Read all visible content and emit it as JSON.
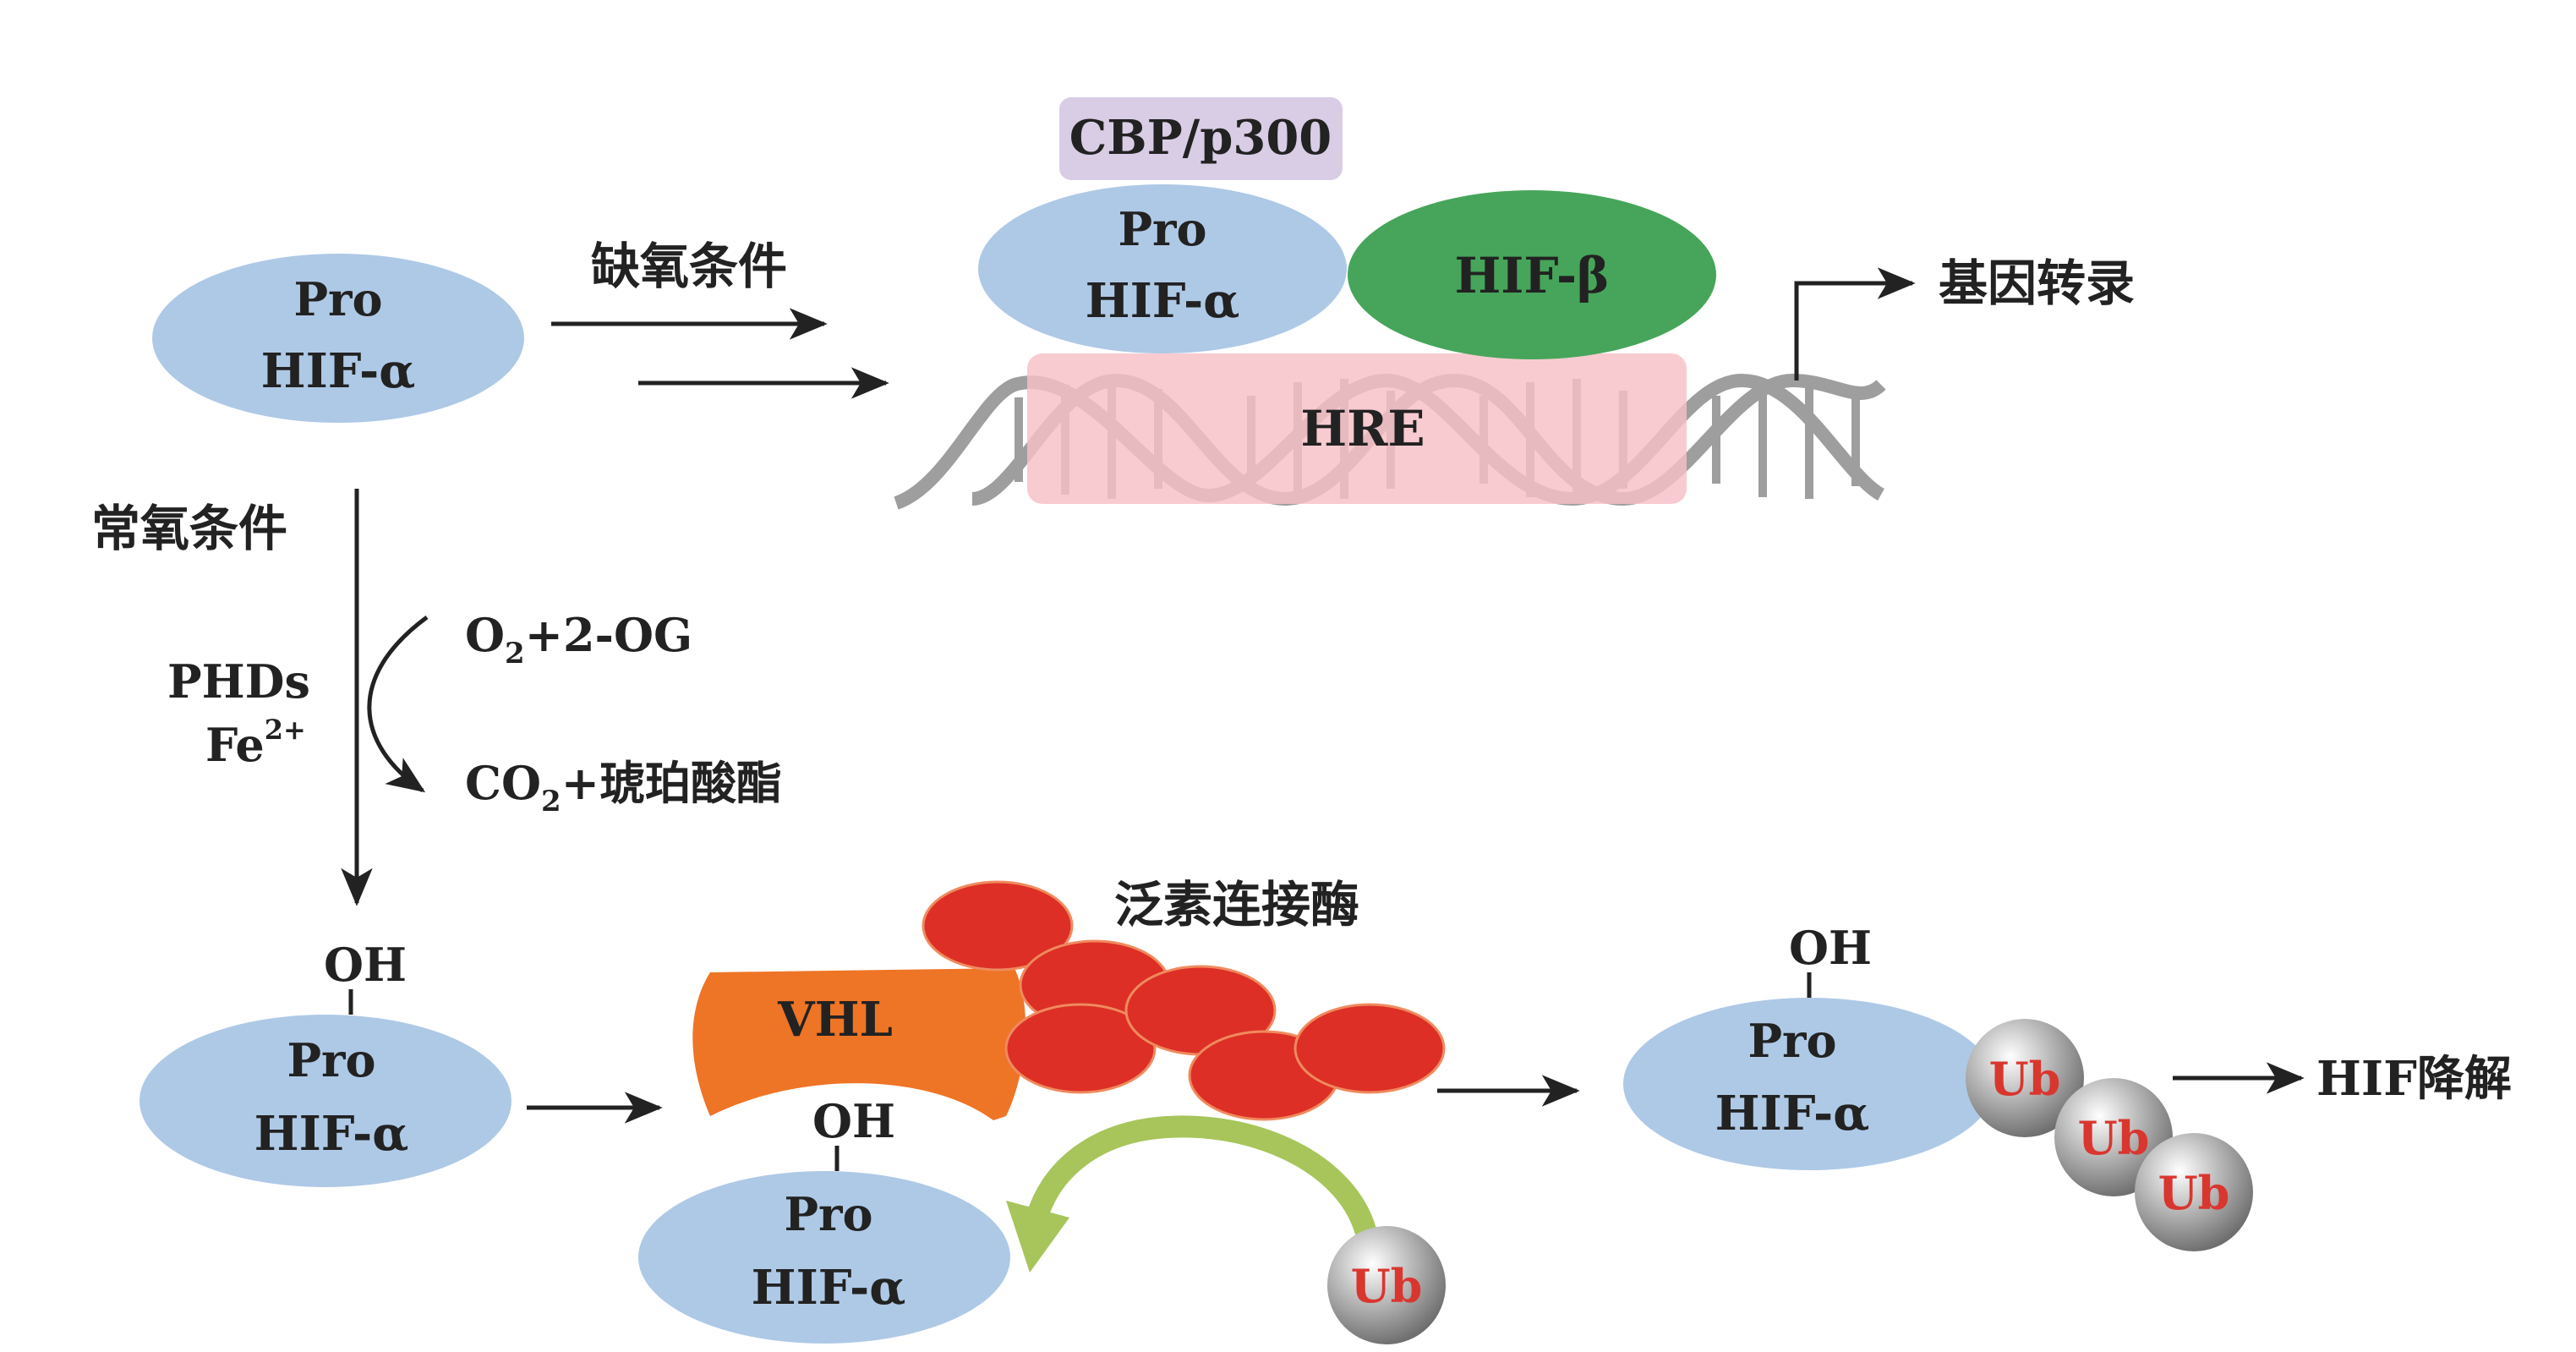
{
  "colors": {
    "hif_alpha": "#aec9e6",
    "hif_beta": "#46a55a",
    "cbp": "#d9cde6",
    "hre": "#f7bfc6",
    "dna": "#9e9e9e",
    "vhl": "#ee7426",
    "ligase": "#dd2f26",
    "ligase_edge": "#f08a5e",
    "ub_ball": "#8c8c8c",
    "ub_text": "#d9362f",
    "green_arrow": "#a7c55a",
    "arrow": "#222222"
  },
  "labels": {
    "hypoxia_condition": "缺氧条件",
    "normoxia_condition": "常氧条件",
    "gene_transcription": "基因转录",
    "cbp_p300": "CBP/p300",
    "hif_beta": "HIF-β",
    "hre": "HRE",
    "phds": "PHDs",
    "fe": "Fe",
    "fe_charge": "2+",
    "o2": "O",
    "o2_sub": "2",
    "o2_rest": "+2-OG",
    "co2": "CO",
    "co2_sub": "2",
    "co2_rest": "+琥珀酸酯",
    "ubiquitin_ligase": "泛素连接酶",
    "vhl": "VHL",
    "oh": "OH",
    "pro": "Pro",
    "hif_alpha": "HIF-α",
    "ub": "Ub",
    "hif_degradation": "HIF降解"
  }
}
